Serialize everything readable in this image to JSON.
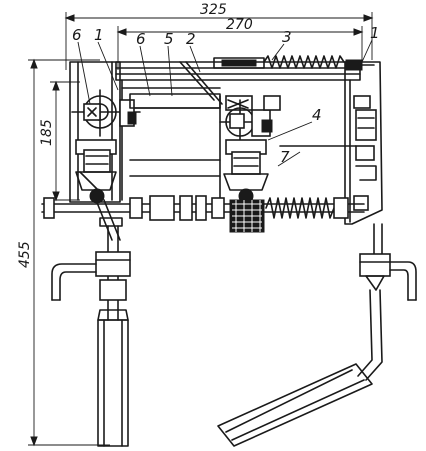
{
  "dimensions": {
    "overall_width": "325",
    "inner_width": "270",
    "partial_height": "185",
    "overall_height": "455"
  },
  "callouts": {
    "c1_left": "1",
    "c1_right": "1",
    "c2": "2",
    "c3": "3",
    "c4": "4",
    "c5": "5",
    "c6_left": "6",
    "c6_mid": "6",
    "c7": "7"
  }
}
